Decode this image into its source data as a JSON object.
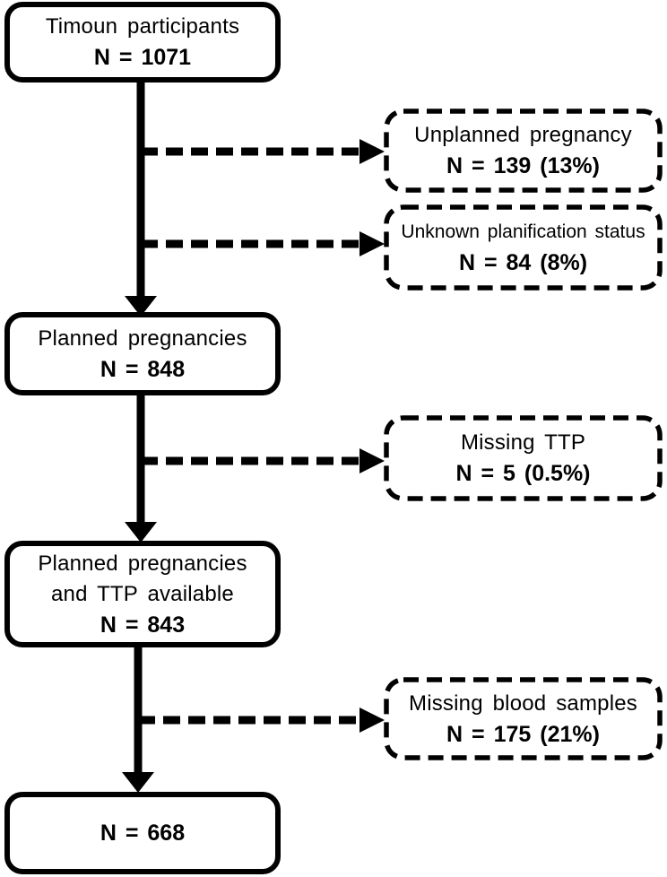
{
  "colors": {
    "line": "#000000",
    "text": "#000000",
    "background": "#ffffff"
  },
  "main_boxes": [
    {
      "line1": "Timoun participants",
      "n": "N = 1071"
    },
    {
      "line1": "Planned pregnancies",
      "n": "N = 848"
    },
    {
      "line1": "Planned pregnancies",
      "line2": "and TTP available",
      "n": "N = 843"
    },
    {
      "n": "N = 668"
    }
  ],
  "exclusion_boxes": [
    {
      "line1": "Unplanned pregnancy",
      "n": "N = 139 (13%)"
    },
    {
      "line1": "Unknown planification status",
      "n": "N = 84 (8%)"
    },
    {
      "line1": "Missing TTP",
      "n": "N = 5 (0.5%)"
    },
    {
      "line1": "Missing blood samples",
      "n": "N = 175 (21%)"
    }
  ]
}
